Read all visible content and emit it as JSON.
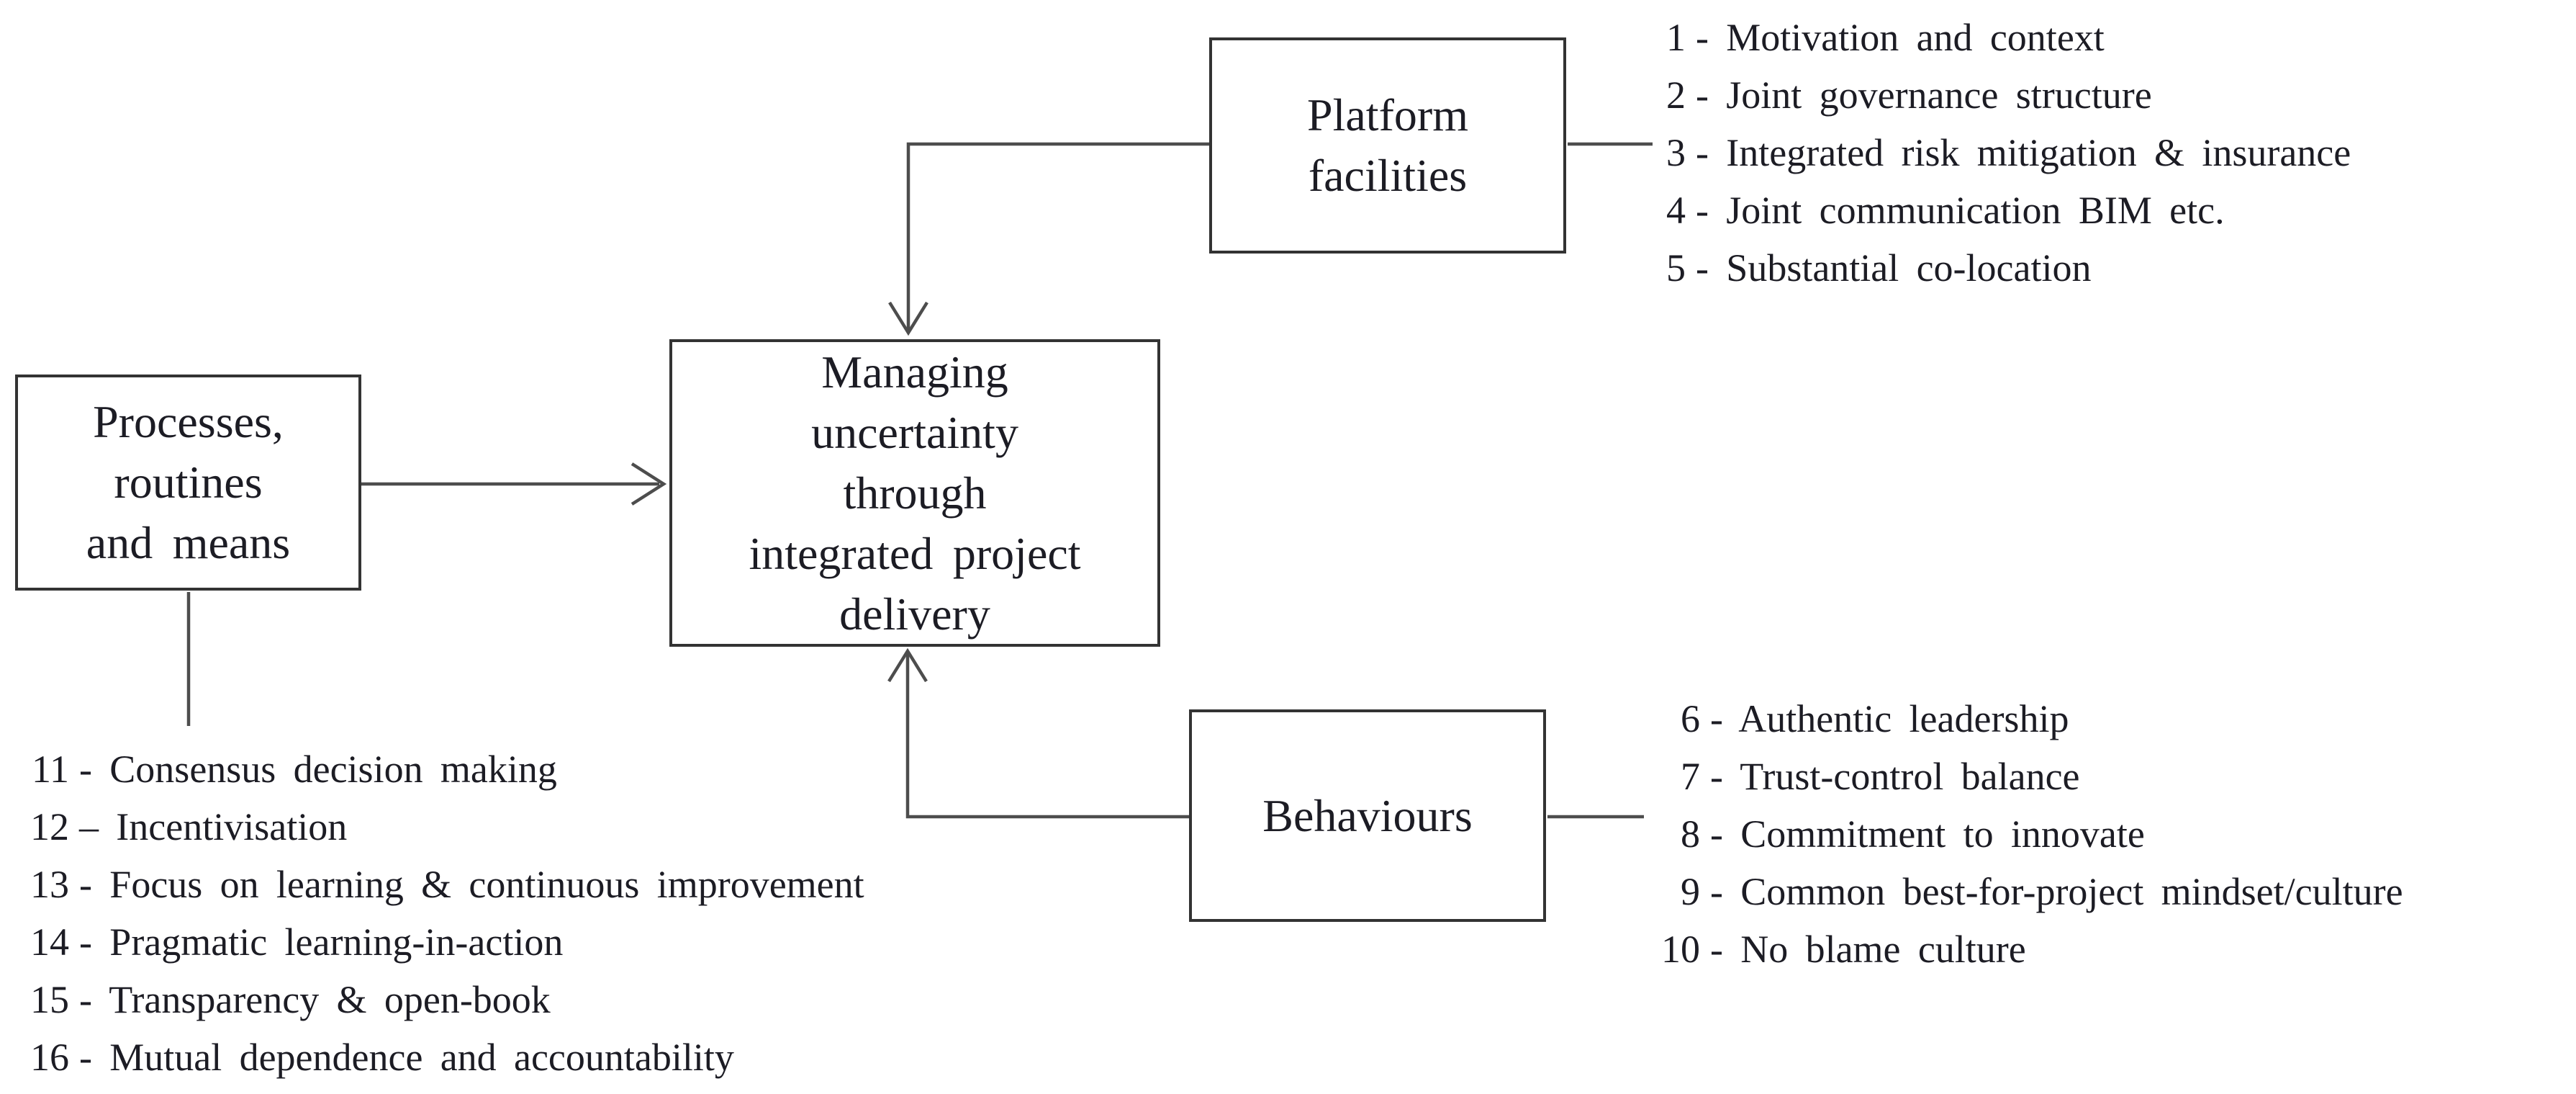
{
  "colors": {
    "background": "#ffffff",
    "ink": "#1c1c24",
    "line": "#4d4d4d",
    "border": "#333333"
  },
  "boxes": {
    "platform": {
      "lines": [
        "Platform",
        "facilities"
      ]
    },
    "central": {
      "lines": [
        "Managing",
        "uncertainty",
        "through",
        "integrated project",
        "delivery"
      ]
    },
    "processes": {
      "lines": [
        "Processes,",
        "routines",
        "and means"
      ]
    },
    "behaviours": {
      "lines": [
        "Behaviours"
      ]
    }
  },
  "lists": {
    "platform": {
      "items": [
        {
          "num": "1",
          "rest": "- Motivation and context"
        },
        {
          "num": "2",
          "rest": "- Joint governance structure"
        },
        {
          "num": "3",
          "rest": "- Integrated risk mitigation & insurance"
        },
        {
          "num": "4",
          "rest": "- Joint communication BIM etc."
        },
        {
          "num": "5",
          "rest": "- Substantial co-location"
        }
      ]
    },
    "behaviours": {
      "items": [
        {
          "num": "6",
          "rest": "- Authentic leadership"
        },
        {
          "num": "7",
          "rest": "- Trust-control balance"
        },
        {
          "num": "8",
          "rest": "- Commitment to innovate"
        },
        {
          "num": "9",
          "rest": "- Common best-for-project mindset/culture"
        },
        {
          "num": "10",
          "rest": "- No blame culture"
        }
      ]
    },
    "processes": {
      "items": [
        {
          "num": "11",
          "rest": "- Consensus decision making"
        },
        {
          "num": "12",
          "rest": "– Incentivisation"
        },
        {
          "num": "13",
          "rest": "- Focus on learning & continuous improvement"
        },
        {
          "num": "14",
          "rest": "- Pragmatic learning-in-action"
        },
        {
          "num": "15",
          "rest": "- Transparency & open-book"
        },
        {
          "num": "16",
          "rest": "- Mutual dependence and accountability"
        }
      ]
    }
  }
}
